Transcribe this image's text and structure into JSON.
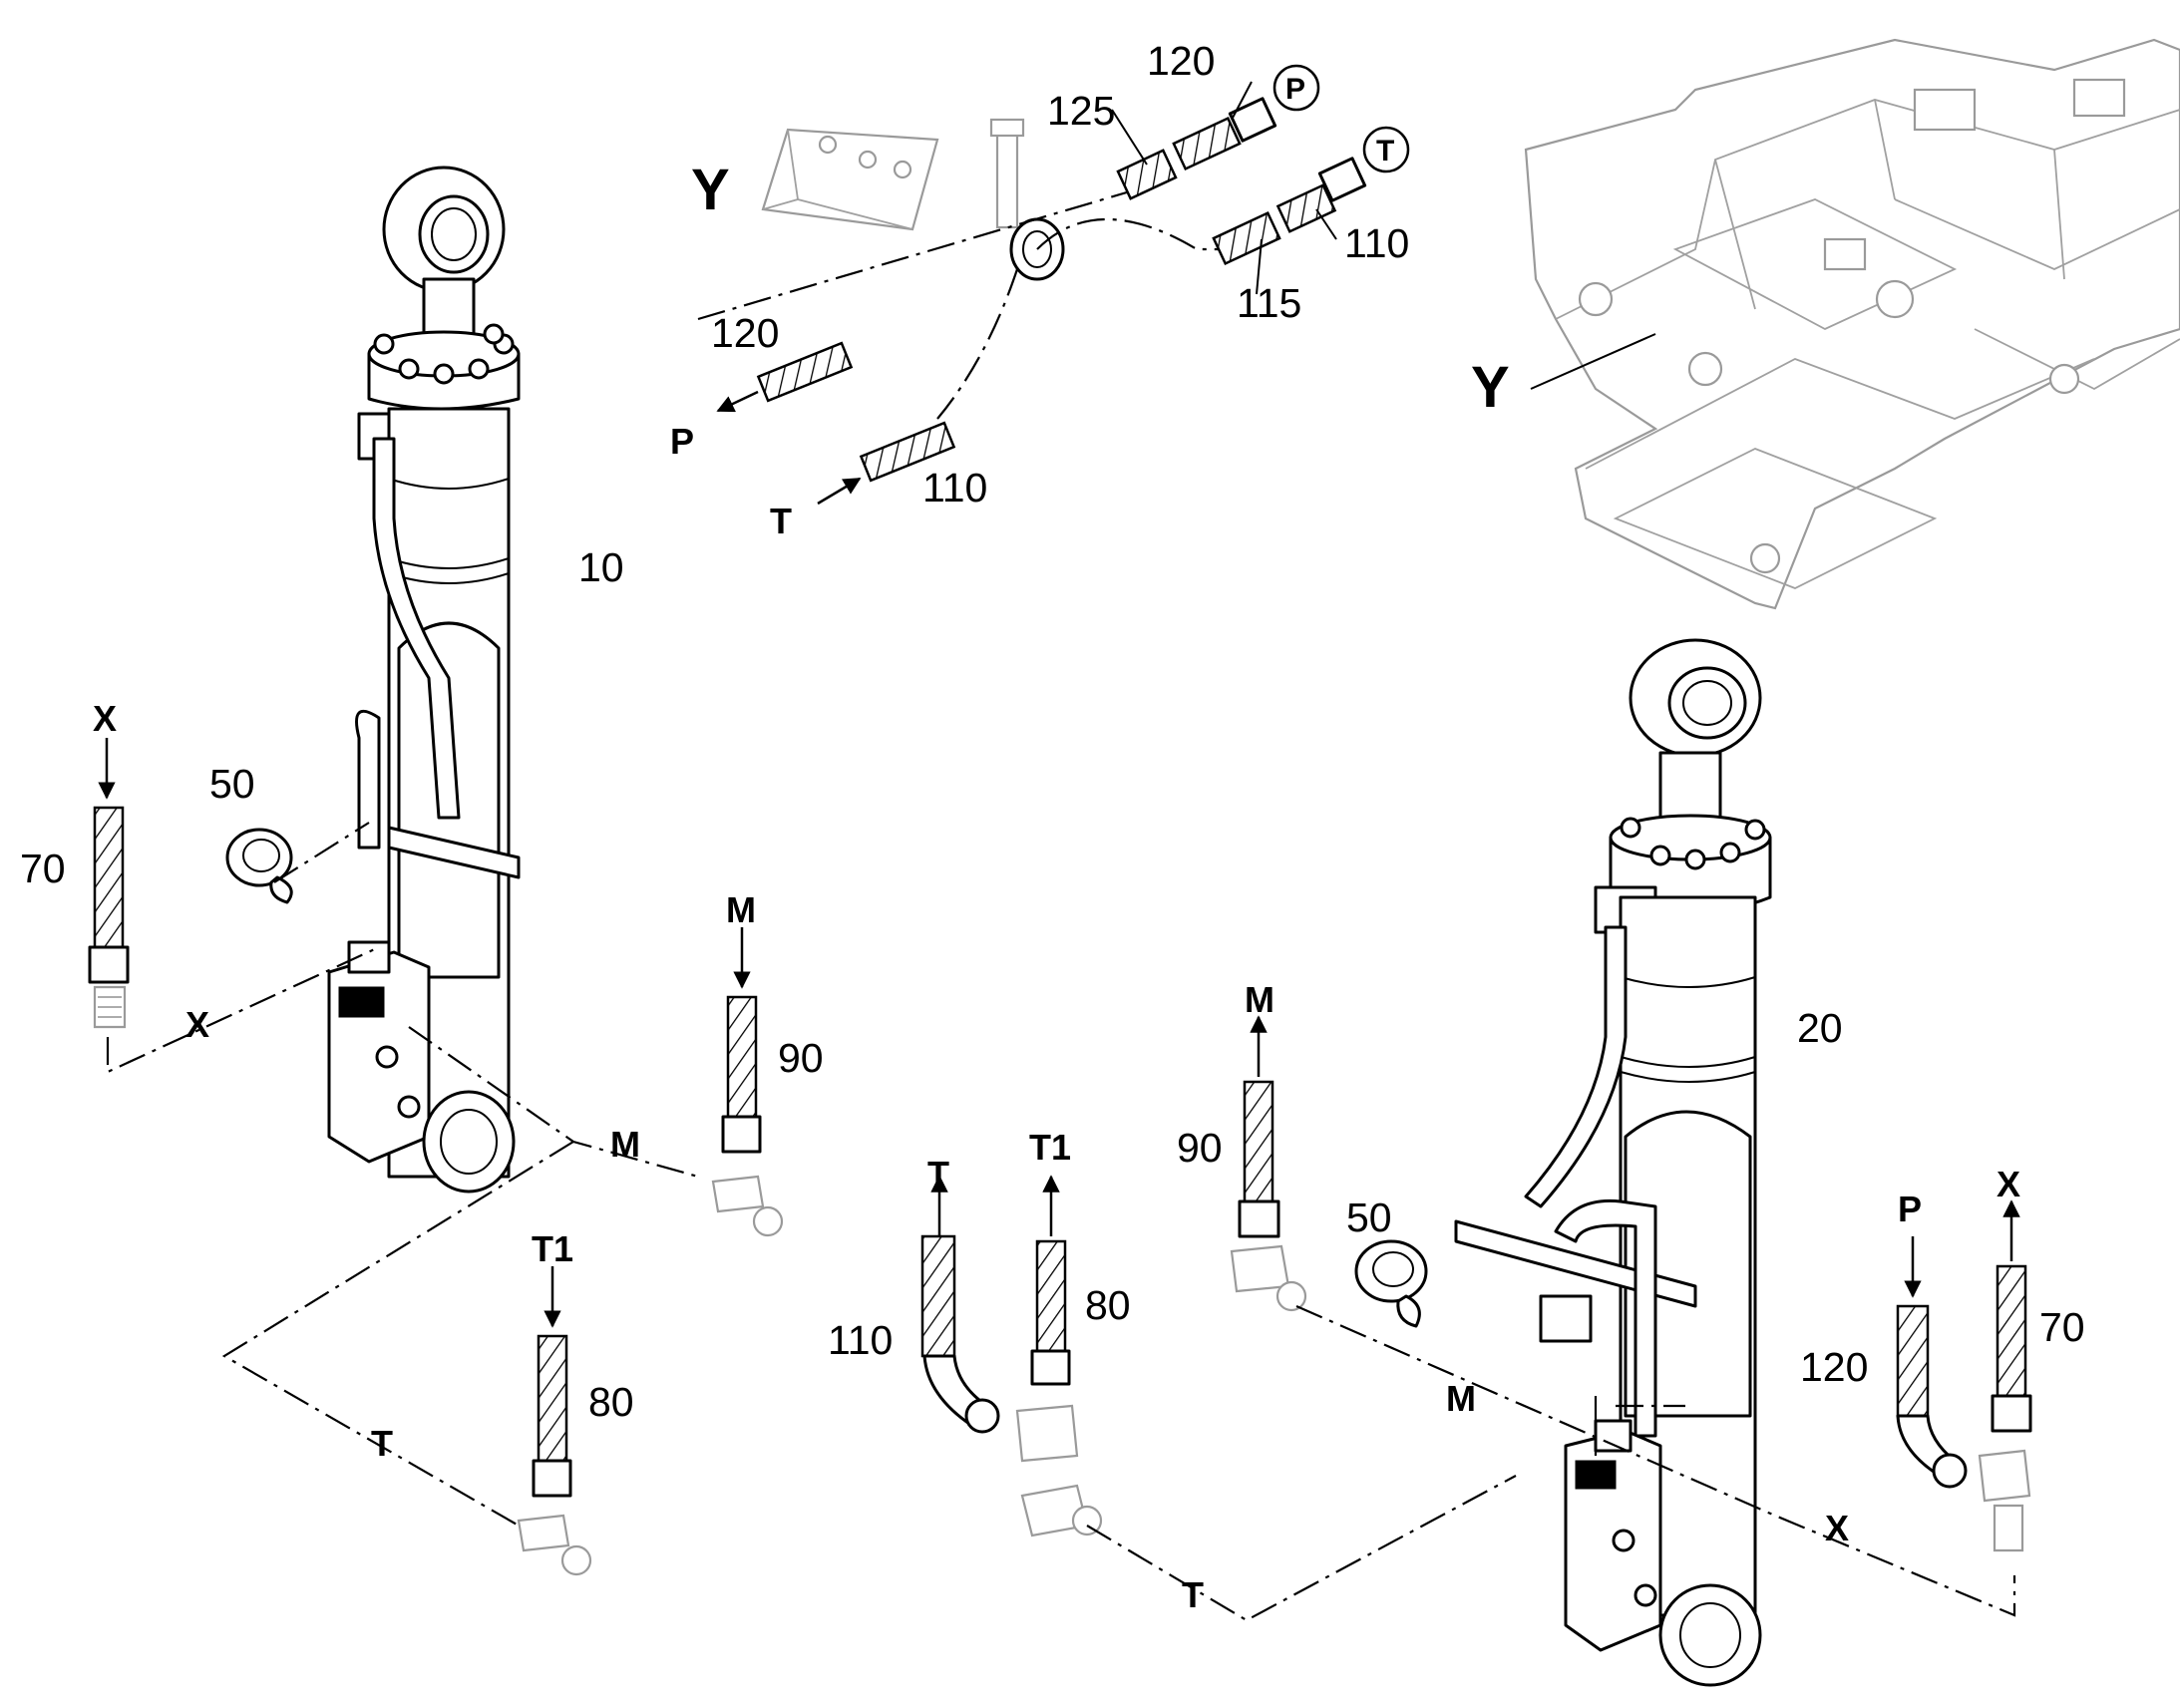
{
  "labels": {
    "cylinder_left": "10",
    "cylinder_right": "20",
    "detail": "Y",
    "frame_ref": "Y",
    "y_120_top": "120",
    "y_125": "125",
    "y_110_right": "110",
    "y_115": "115",
    "y_120_left": "120",
    "y_110_bottom": "110",
    "y_p": "P",
    "y_t": "T",
    "y_circle_p": "P",
    "y_circle_t": "T",
    "l_70": "70",
    "l_x_top": "X",
    "l_50": "50",
    "l_x_line": "X",
    "l_m_top": "M",
    "l_90": "90",
    "l_m_line": "M",
    "l_t1": "T1",
    "l_80": "80",
    "l_t_line": "T",
    "c_t_top": "T",
    "c_110": "110",
    "c_t1": "T1",
    "c_80": "80",
    "c_t_line": "T",
    "r_m_top": "M",
    "r_90": "90",
    "r_50": "50",
    "r_m_line": "M",
    "r_p": "P",
    "r_120": "120",
    "r_x_top": "X",
    "r_70": "70",
    "r_x_line": "X"
  }
}
